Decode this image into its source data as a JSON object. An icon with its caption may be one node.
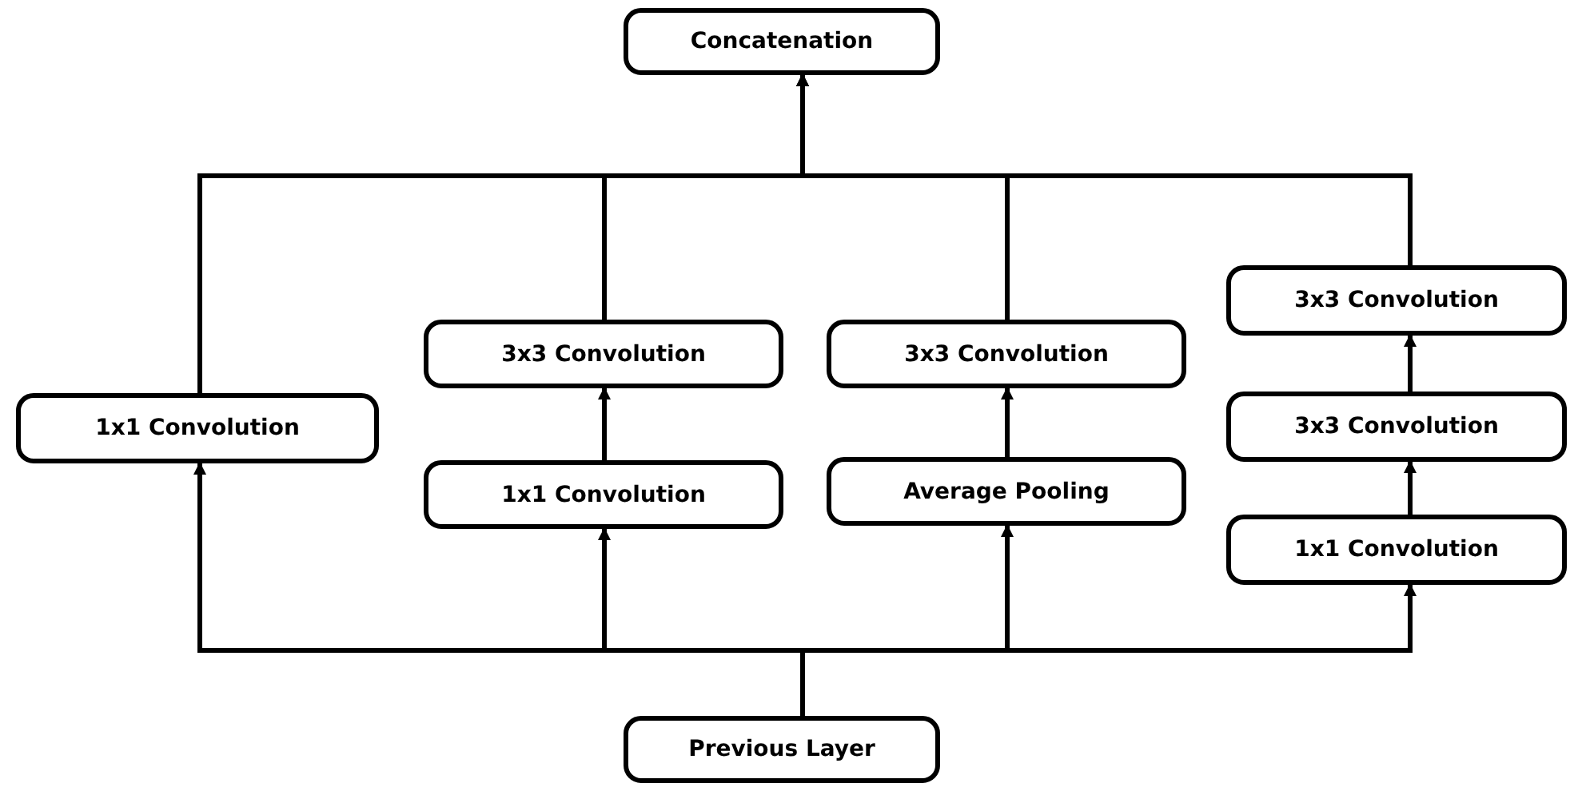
{
  "diagram": {
    "nodes": [
      {
        "text": [
          "Concatenation"
        ]
      },
      {
        "text": [
          "1x1 Convolution"
        ]
      },
      {
        "text": [
          "3x3 Convolution"
        ]
      },
      {
        "text": [
          "1x1 Convolution"
        ]
      },
      {
        "text": [
          "3x3 Convolution"
        ]
      },
      {
        "text": [
          "Average Pooling"
        ]
      },
      {
        "text": [
          "3x3 Convolution"
        ]
      },
      {
        "text": [
          "3x3 Convolution"
        ]
      },
      {
        "text": [
          "1x1 Convolution"
        ]
      },
      {
        "text": [
          "Previous Layer"
        ]
      }
    ],
    "edges": [
      {
        "from": 9,
        "to": 1,
        "arrow": "to"
      },
      {
        "from": 9,
        "to": 3,
        "arrow": "to"
      },
      {
        "from": 9,
        "to": 5,
        "arrow": "to"
      },
      {
        "from": 9,
        "to": 8,
        "arrow": "to"
      },
      {
        "from": 3,
        "to": 2,
        "arrow": "to"
      },
      {
        "from": 5,
        "to": 4,
        "arrow": "to"
      },
      {
        "from": 8,
        "to": 7,
        "arrow": "to"
      },
      {
        "from": 7,
        "to": 6,
        "arrow": "to"
      },
      {
        "from": 1,
        "to": 0,
        "arrow": "to"
      },
      {
        "from": 2,
        "to": 0,
        "arrow": "to"
      },
      {
        "from": 4,
        "to": 0,
        "arrow": "to"
      },
      {
        "from": 6,
        "to": 0,
        "arrow": "to"
      }
    ]
  }
}
